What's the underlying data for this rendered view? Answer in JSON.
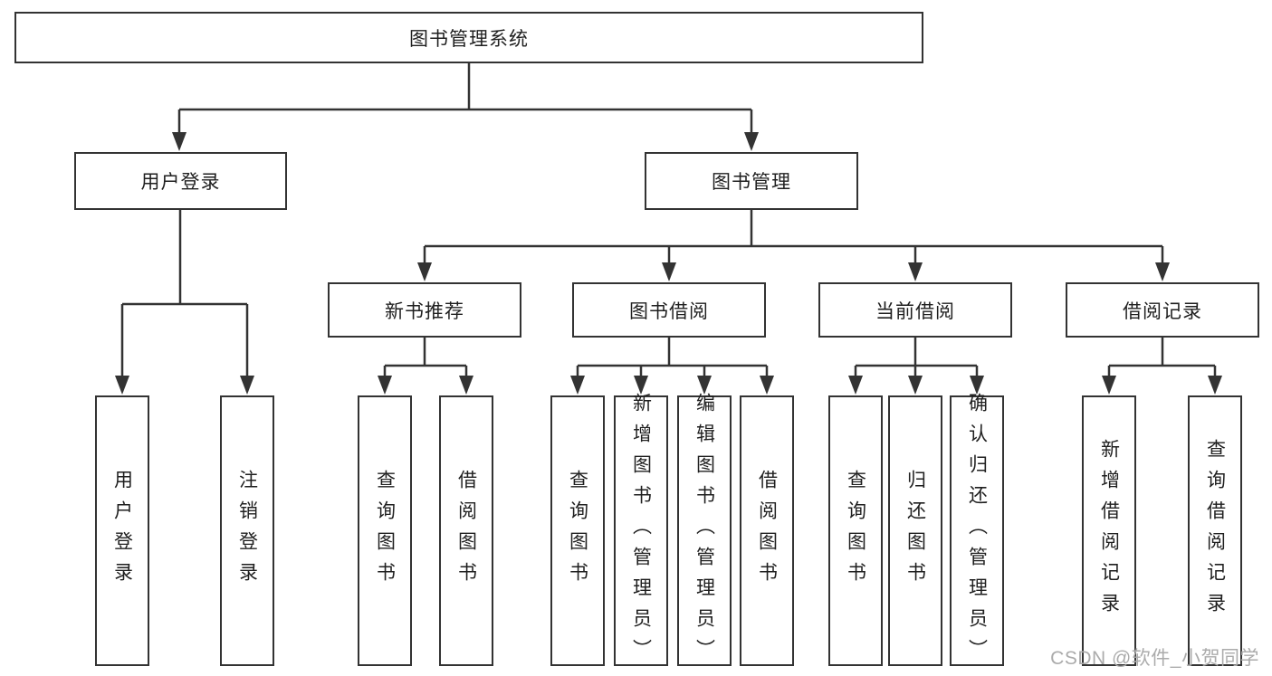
{
  "tree": {
    "root": {
      "label": "图书管理系统"
    },
    "branches": [
      {
        "label": "用户登录",
        "leaves": [
          "用户登录",
          "注销登录"
        ]
      },
      {
        "label": "图书管理",
        "groups": [
          {
            "label": "新书推荐",
            "leaves": [
              "查询图书",
              "借阅图书"
            ]
          },
          {
            "label": "图书借阅",
            "leaves": [
              "查询图书",
              "新增图书（管理员）",
              "编辑图书（管理员）",
              "借阅图书"
            ]
          },
          {
            "label": "当前借阅",
            "leaves": [
              "查询图书",
              "归还图书",
              "确认归还（管理员）"
            ]
          },
          {
            "label": "借阅记录",
            "leaves": [
              "新增借阅记录",
              "查询借阅记录"
            ]
          }
        ]
      }
    ]
  },
  "watermark": {
    "text": "CSDN @软件_小贺同学",
    "color": "#ababab"
  },
  "colors": {
    "line": "#333333",
    "box_fill": "#ffffff",
    "text": "#1f1f1f"
  }
}
